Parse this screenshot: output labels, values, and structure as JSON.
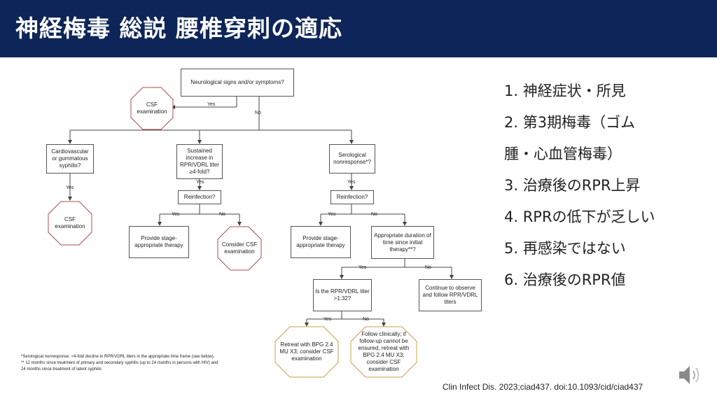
{
  "slide": {
    "title": "神経梅毒 総説 腰椎穿刺の適応",
    "citation": "Clin Infect Dis. 2023;ciad437. doi:10.1093/cid/ciad437",
    "footnote": {
      "line1": "*Serological nonresponse: <4-fold decline in RPR/VDRL titers in the appropriate time frame (see below).",
      "line2": "** 12 months since treatment of primary and secondary syphilis (up to 24 months in persons with HIV) and",
      "line3": "24 months since treatment of latent syphilis"
    },
    "list": [
      "1. 神経症状・所見",
      "2. 第3期梅毒（ゴム",
      "腫・心血管梅毒）",
      "3. 治療後のRPR上昇",
      "4. RPRの低下が乏しい",
      "5. 再感染ではない",
      "6. 治療後のRPR値"
    ]
  },
  "flowchart": {
    "root": "Neurological signs and/or symptoms?",
    "csf_top": "CSF examination",
    "yes": "Yes",
    "no": "No",
    "cardio": "Cardiovascular or gummatous syphilis?",
    "csf_left": "CSF examination",
    "sustained": "Sustained increase in RPR/VDRL titer ≥4-fold?",
    "reinfection": "Reinfection?",
    "provide_left": "Provide stage-appropriate therapy",
    "consider_csf": "Consider CSF examination",
    "serological": "Serological nonresponse*?",
    "reinfection_right": "Reinfection?",
    "provide_right": "Provide stage-appropriate therapy",
    "appropriate_duration": "Appropriate duration of time since initial therapy**?",
    "continue_observe": "Continue to observe and follow RPR/VDRL titers",
    "is_rpr": "Is the RPR/VDRL titer >1:32?",
    "retreat": "Retreat with BPG 2.4 MU X3; consider CSF examination",
    "follow": "Follow clinically; if follow-up cannot be ensured, retreat with BPG 2.4 MU X3; consider CSF examination"
  },
  "colors": {
    "title_bg": "#0d2558",
    "octagon_red": "#b34a4a",
    "octagon_gold": "#c9a04a"
  },
  "icons": {
    "audio": "speaker-icon"
  }
}
